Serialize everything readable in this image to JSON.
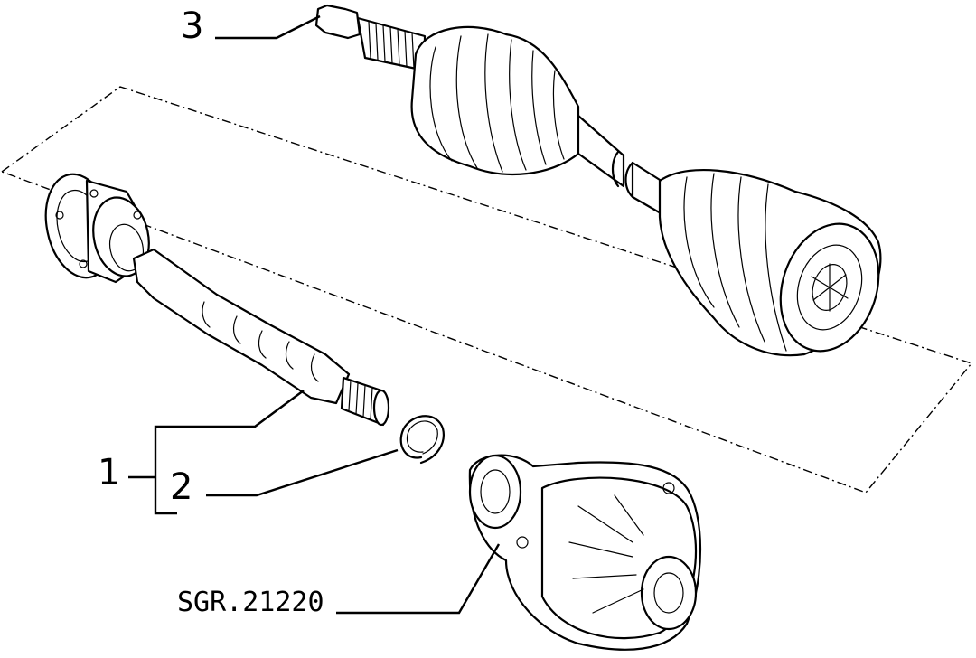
{
  "callouts": [
    {
      "id": "1",
      "label": "1"
    },
    {
      "id": "2",
      "label": "2"
    },
    {
      "id": "3",
      "label": "3"
    }
  ],
  "reference_code": "SGR.21220",
  "parts": [
    {
      "callout": "1",
      "name": "drive-shaft-with-flange"
    },
    {
      "callout": "2",
      "name": "snap-ring"
    },
    {
      "callout": "3",
      "name": "cv-joint-drive-shaft"
    },
    {
      "callout": "",
      "name": "differential-housing"
    }
  ]
}
